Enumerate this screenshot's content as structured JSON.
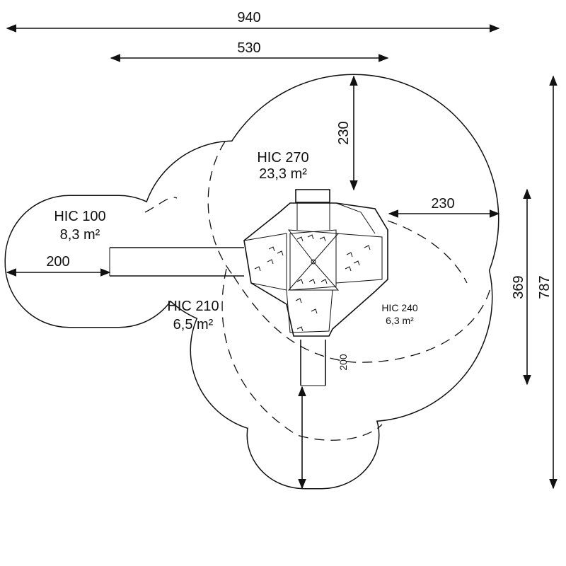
{
  "dimensions": {
    "overall_width": "940",
    "structure_width": "530",
    "top_clearance": "230",
    "right_clearance": "230",
    "left_clearance": "200",
    "bottom_clearance": "200",
    "inner_depth": "369",
    "overall_depth": "787"
  },
  "zones": [
    {
      "hic": "HIC 270",
      "area": "23,3 m²"
    },
    {
      "hic": "HIC 100",
      "area": "8,3 m²"
    },
    {
      "hic": "HIC 210",
      "area": "6,5 m²"
    },
    {
      "hic": "HIC 240",
      "area": "6,3 m²"
    }
  ]
}
